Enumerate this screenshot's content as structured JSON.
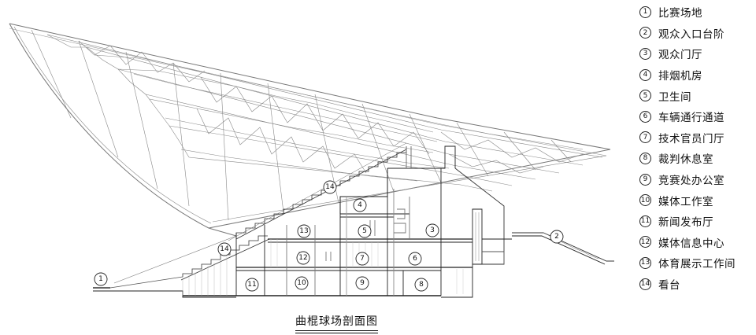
{
  "legend": [
    {
      "num": "1",
      "text": "比赛场地"
    },
    {
      "num": "2",
      "text": "观众入口台阶"
    },
    {
      "num": "3",
      "text": "观众门厅"
    },
    {
      "num": "4",
      "text": "排烟机房"
    },
    {
      "num": "5",
      "text": "卫生间"
    },
    {
      "num": "6",
      "text": "车辆通行通道"
    },
    {
      "num": "7",
      "text": "技术官员门厅"
    },
    {
      "num": "8",
      "text": "裁判休息室"
    },
    {
      "num": "9",
      "text": "竞赛处办公室"
    },
    {
      "num": "10",
      "text": "媒体工作室"
    },
    {
      "num": "11",
      "text": "新闻发布厅"
    },
    {
      "num": "12",
      "text": "媒体信息中心"
    },
    {
      "num": "13",
      "text": "体育展示工作间"
    },
    {
      "num": "14",
      "text": "看台"
    }
  ],
  "labels": {
    "field": "1",
    "entrance": "2",
    "foyer": "3",
    "smoke": "4",
    "wc": "5",
    "vehicle": "6",
    "official": "7",
    "referee": "8",
    "office": "9",
    "media": "10",
    "press": "11",
    "info": "12",
    "display": "13",
    "stand_upper": "14",
    "stand_lower": "14"
  },
  "caption": "曲棍球场剖面图"
}
